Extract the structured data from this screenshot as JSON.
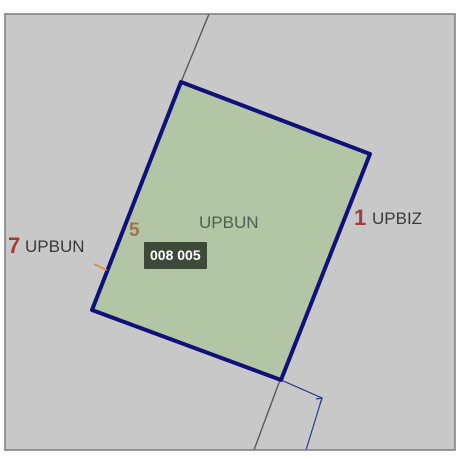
{
  "map": {
    "colors": {
      "background": "#c8c8c8",
      "parcel_fill": "#b2c5a5",
      "parcel_border": "#10107a",
      "boundary_line": "#5a5a5a",
      "frame": "#7a7a7a",
      "label_number": "#a23c3c",
      "vertex_number": "#a0734e",
      "tag_background": "#3d4a39",
      "tag_text": "#ffffff"
    },
    "selected_parcel": {
      "land_use_code": "UPBUN",
      "parcel_id": "008 005"
    },
    "neighbor_east": {
      "number": "1",
      "code": "UPBIZ"
    },
    "neighbor_west": {
      "number": "7",
      "code": "UPBUN"
    },
    "vertex_label": "5"
  }
}
